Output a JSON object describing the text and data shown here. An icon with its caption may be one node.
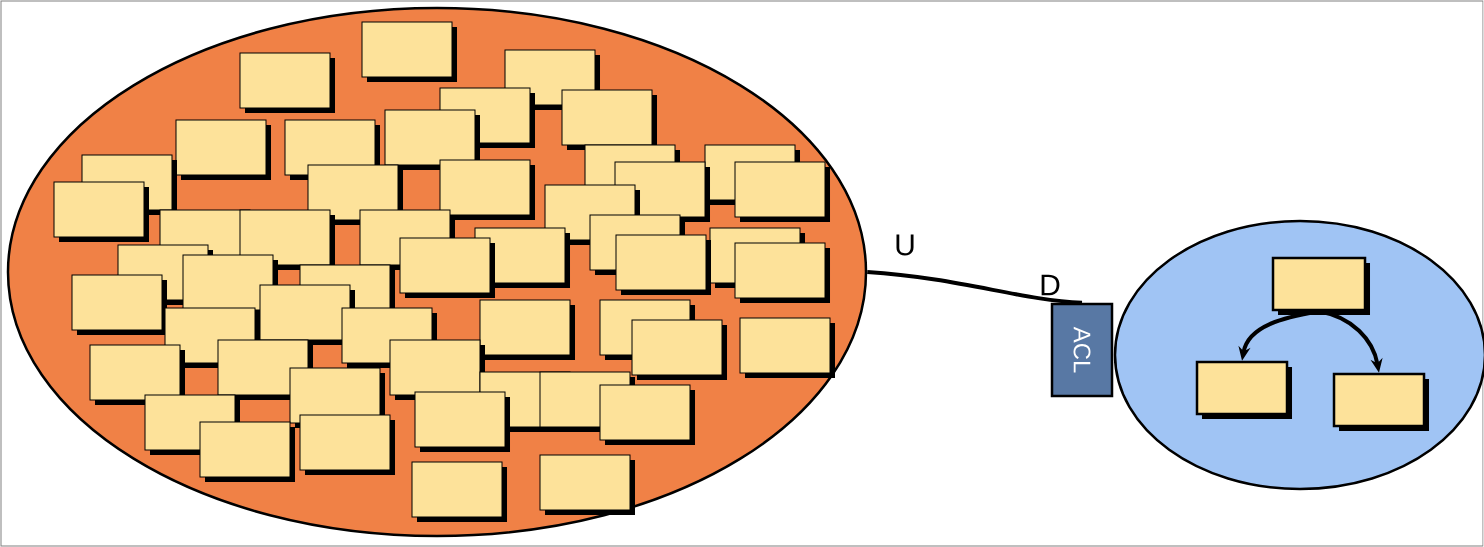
{
  "diagram": {
    "nodes": [
      {
        "text": [],
        "shape": "ellipse",
        "beside": [
          "U"
        ]
      },
      {
        "text": [
          "ACL"
        ],
        "beside": [
          "D"
        ]
      },
      {
        "text": [],
        "shape": "ellipse"
      },
      {
        "text": [],
        "shape": "box",
        "in": 2
      },
      {
        "text": [],
        "shape": "box",
        "in": 2
      },
      {
        "text": [],
        "shape": "box",
        "in": 2
      }
    ],
    "edges": [
      {
        "from": 0,
        "to": 1,
        "arrow": "none"
      },
      {
        "from": 3,
        "to": 4,
        "arrow": "to"
      },
      {
        "from": 3,
        "to": 5,
        "arrow": "to"
      }
    ]
  }
}
